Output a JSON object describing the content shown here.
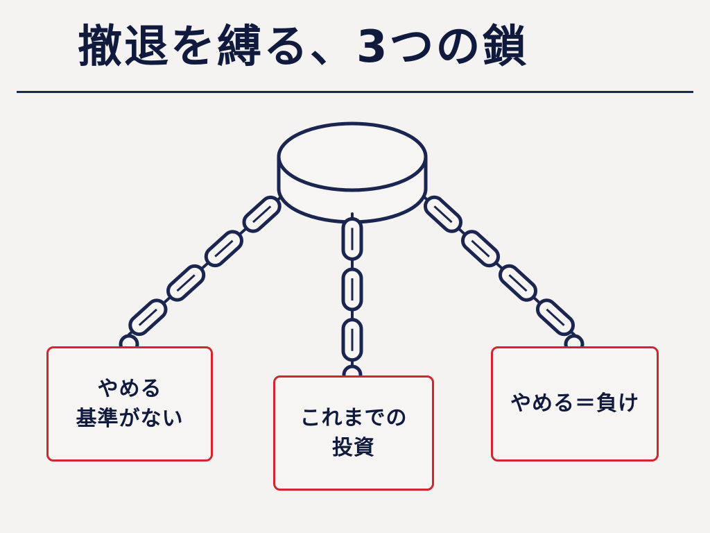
{
  "title": "撤退を縛る、3つの鎖",
  "colors": {
    "navy": "#1a2550",
    "red": "#d1262e",
    "background": "#f5f3f2"
  },
  "icons": [
    "weight-anchor-icon",
    "chain-icon"
  ],
  "chains": [
    {
      "label": "やめる\n基準がない"
    },
    {
      "label": "これまでの\n投資"
    },
    {
      "label": "やめる＝負け"
    }
  ]
}
